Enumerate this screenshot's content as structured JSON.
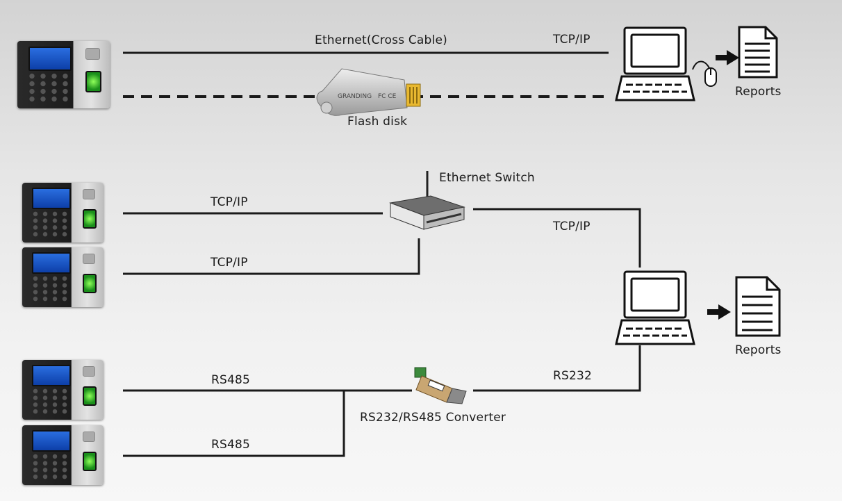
{
  "labels": {
    "ethernet_cross": "Ethernet(Cross Cable)",
    "tcpip_top": "TCP/IP",
    "flash_disk": "Flash disk",
    "reports_top": "Reports",
    "ethernet_switch": "Ethernet Switch",
    "tcpip_1": "TCP/IP",
    "tcpip_2": "TCP/IP",
    "tcpip_3": "TCP/IP",
    "reports_bottom": "Reports",
    "rs485_1": "RS485",
    "rs485_2": "RS485",
    "rs232": "RS232",
    "converter": "RS232/RS485 Converter",
    "flash_brand": "GRANDING",
    "flash_marks": "FC CE"
  },
  "colors": {
    "line": "#1a1a1a",
    "screen": "#1f5fd0",
    "sensor": "#3ad13a"
  }
}
